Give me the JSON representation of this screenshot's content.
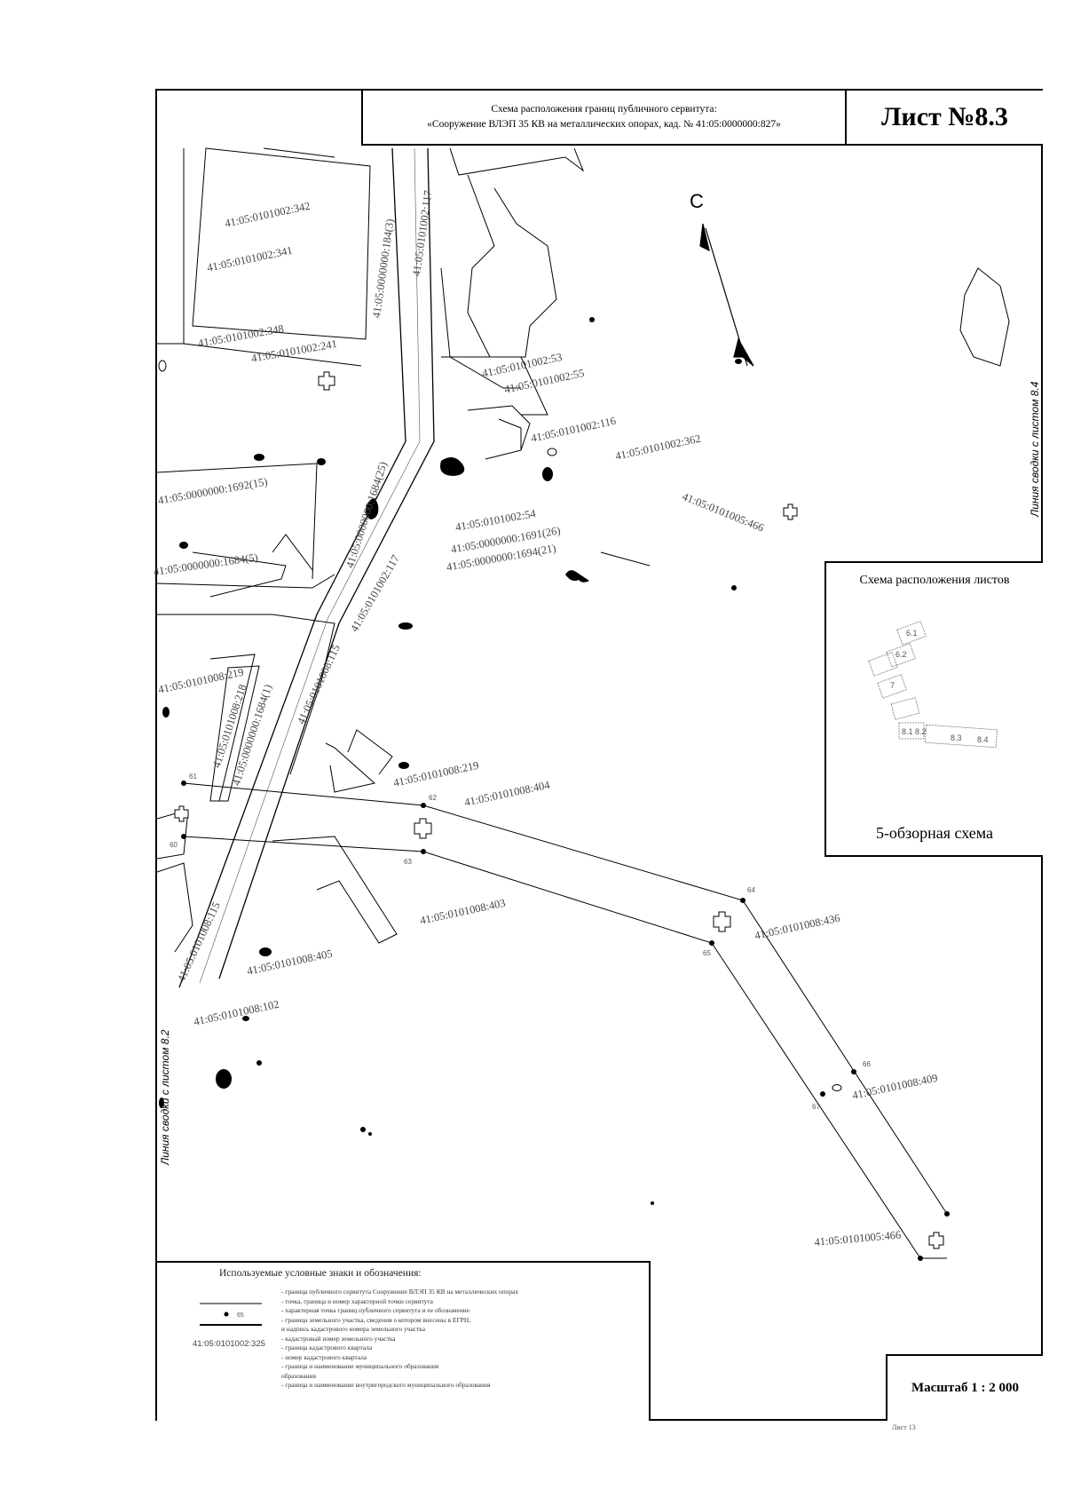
{
  "title": {
    "line1": "Схема расположения границ публичного сервитута:",
    "line2": "«Сооружение ВЛЭП 35 КВ на металлических опорах, кад. № 41:05:0000000:827»"
  },
  "sheet_number": "Лист №8.3",
  "north_label": "С",
  "inset": {
    "title": "Схема расположения листов",
    "caption": "5-обзорная схема",
    "cells": [
      "6.1",
      "6.2",
      "7",
      "8.1",
      "8.2",
      "8.3",
      "8.4"
    ]
  },
  "scale": "Масштаб 1 : 2 000",
  "side_links": {
    "left": "Линия сводки с листом 8.2",
    "right": "Линия сводки с листом 8.4"
  },
  "legend": {
    "title": "Используемые условные знаки и обозначения:",
    "symbol_code": "41:05:0101002:325",
    "point_label": "65",
    "items": [
      "- граница публичного сервитута Сооружение ВЛЭП 35 КВ на металлических опорах",
      "- точка, граница и номер характерной точки сервитута",
      "- характерная точка границ публичного сервитута и ее обозначение",
      "- граница земельного участка, сведения о котором внесены в ЕГРН,",
      "  и надпись кадастрового номера земельного участка",
      "- кадастровый номер земельного участка",
      "- граница кадастрового квартала",
      "- номер кадастрового квартала",
      "- граница и наименование муниципального образования",
      "  образования",
      "- граница и наименование внутригородского муниципального образования"
    ]
  },
  "parcels": [
    "41:05:0101002:342",
    "41:05:0101002:341",
    "41:05:0000000:184(3)",
    "41:05:0101002:117",
    "41:05:0101002:348",
    "41:05:0101002:241",
    "41:05:0101002:53",
    "41:05:0101002:55",
    "41:05:0101002:116",
    "41:05:0101002:362",
    "41:05:0000000:1692(15)",
    "41:05:0000000:1684(5)",
    "41:05:0000000:1684(25)",
    "41:05:0101002:54",
    "41:05:0000000:1691(26)",
    "41:05:0000000:1694(21)",
    "41:05:0101005:466",
    "41:05:0101002:117",
    "41:05:0101008:115",
    "41:05:0101008:219",
    "41:05:0101008:218",
    "41:05:0000000:1684(1)",
    "41:05:0101008:219",
    "41:05:0101008:404",
    "41:05:0101008:403",
    "41:05:0101008:436",
    "41:05:0101008:115",
    "41:05:0101008:405",
    "41:05:0101008:102",
    "41:05:0101008:409",
    "41:05:0101005:466"
  ],
  "points": [
    "61",
    "62",
    "60",
    "63",
    "64",
    "65",
    "66",
    "67"
  ],
  "bottom_note": "Лист 13"
}
